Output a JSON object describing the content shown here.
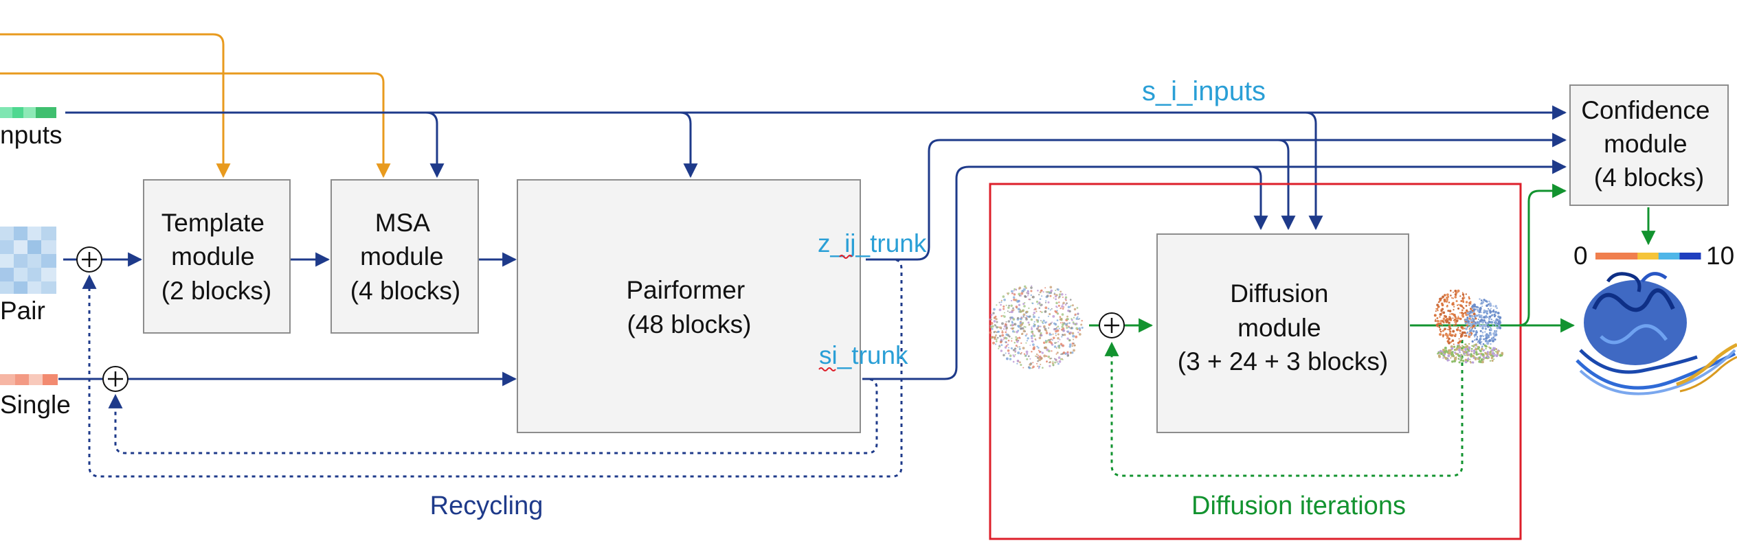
{
  "inputs": {
    "inputs_label": "nputs",
    "pair_label": "Pair",
    "single_label": "Single"
  },
  "modules": {
    "template": [
      "Template",
      "module",
      "(2 blocks)"
    ],
    "msa": [
      "MSA",
      "module",
      "(4 blocks)"
    ],
    "pairformer": [
      "Pairformer",
      "(48 blocks)"
    ],
    "diffusion": [
      "Diffusion",
      "module",
      "(3 + 24 + 3 blocks)"
    ],
    "confidence": [
      "Confidence",
      "module",
      "(4 blocks)"
    ]
  },
  "signals": {
    "s_i_inputs": "s_i_inputs",
    "z_ij_trunk": "z_ij_trunk",
    "si_trunk": "si_trunk"
  },
  "loops": {
    "recycling": "Recycling",
    "diffusion_iterations": "Diffusion iterations"
  },
  "confidence_scale": {
    "min": "0",
    "max": "10",
    "colors": [
      "#f07f4e",
      "#f07f4e",
      "#f5c43a",
      "#4fb6e8",
      "#1f3fbf"
    ]
  },
  "colors": {
    "trunk_blue": "#1e3a8a",
    "label_cyan": "#2a9fd6",
    "template_orange": "#e89a1e",
    "diffusion_green": "#12932f",
    "diffusion_box_red": "#dd1f2a"
  }
}
